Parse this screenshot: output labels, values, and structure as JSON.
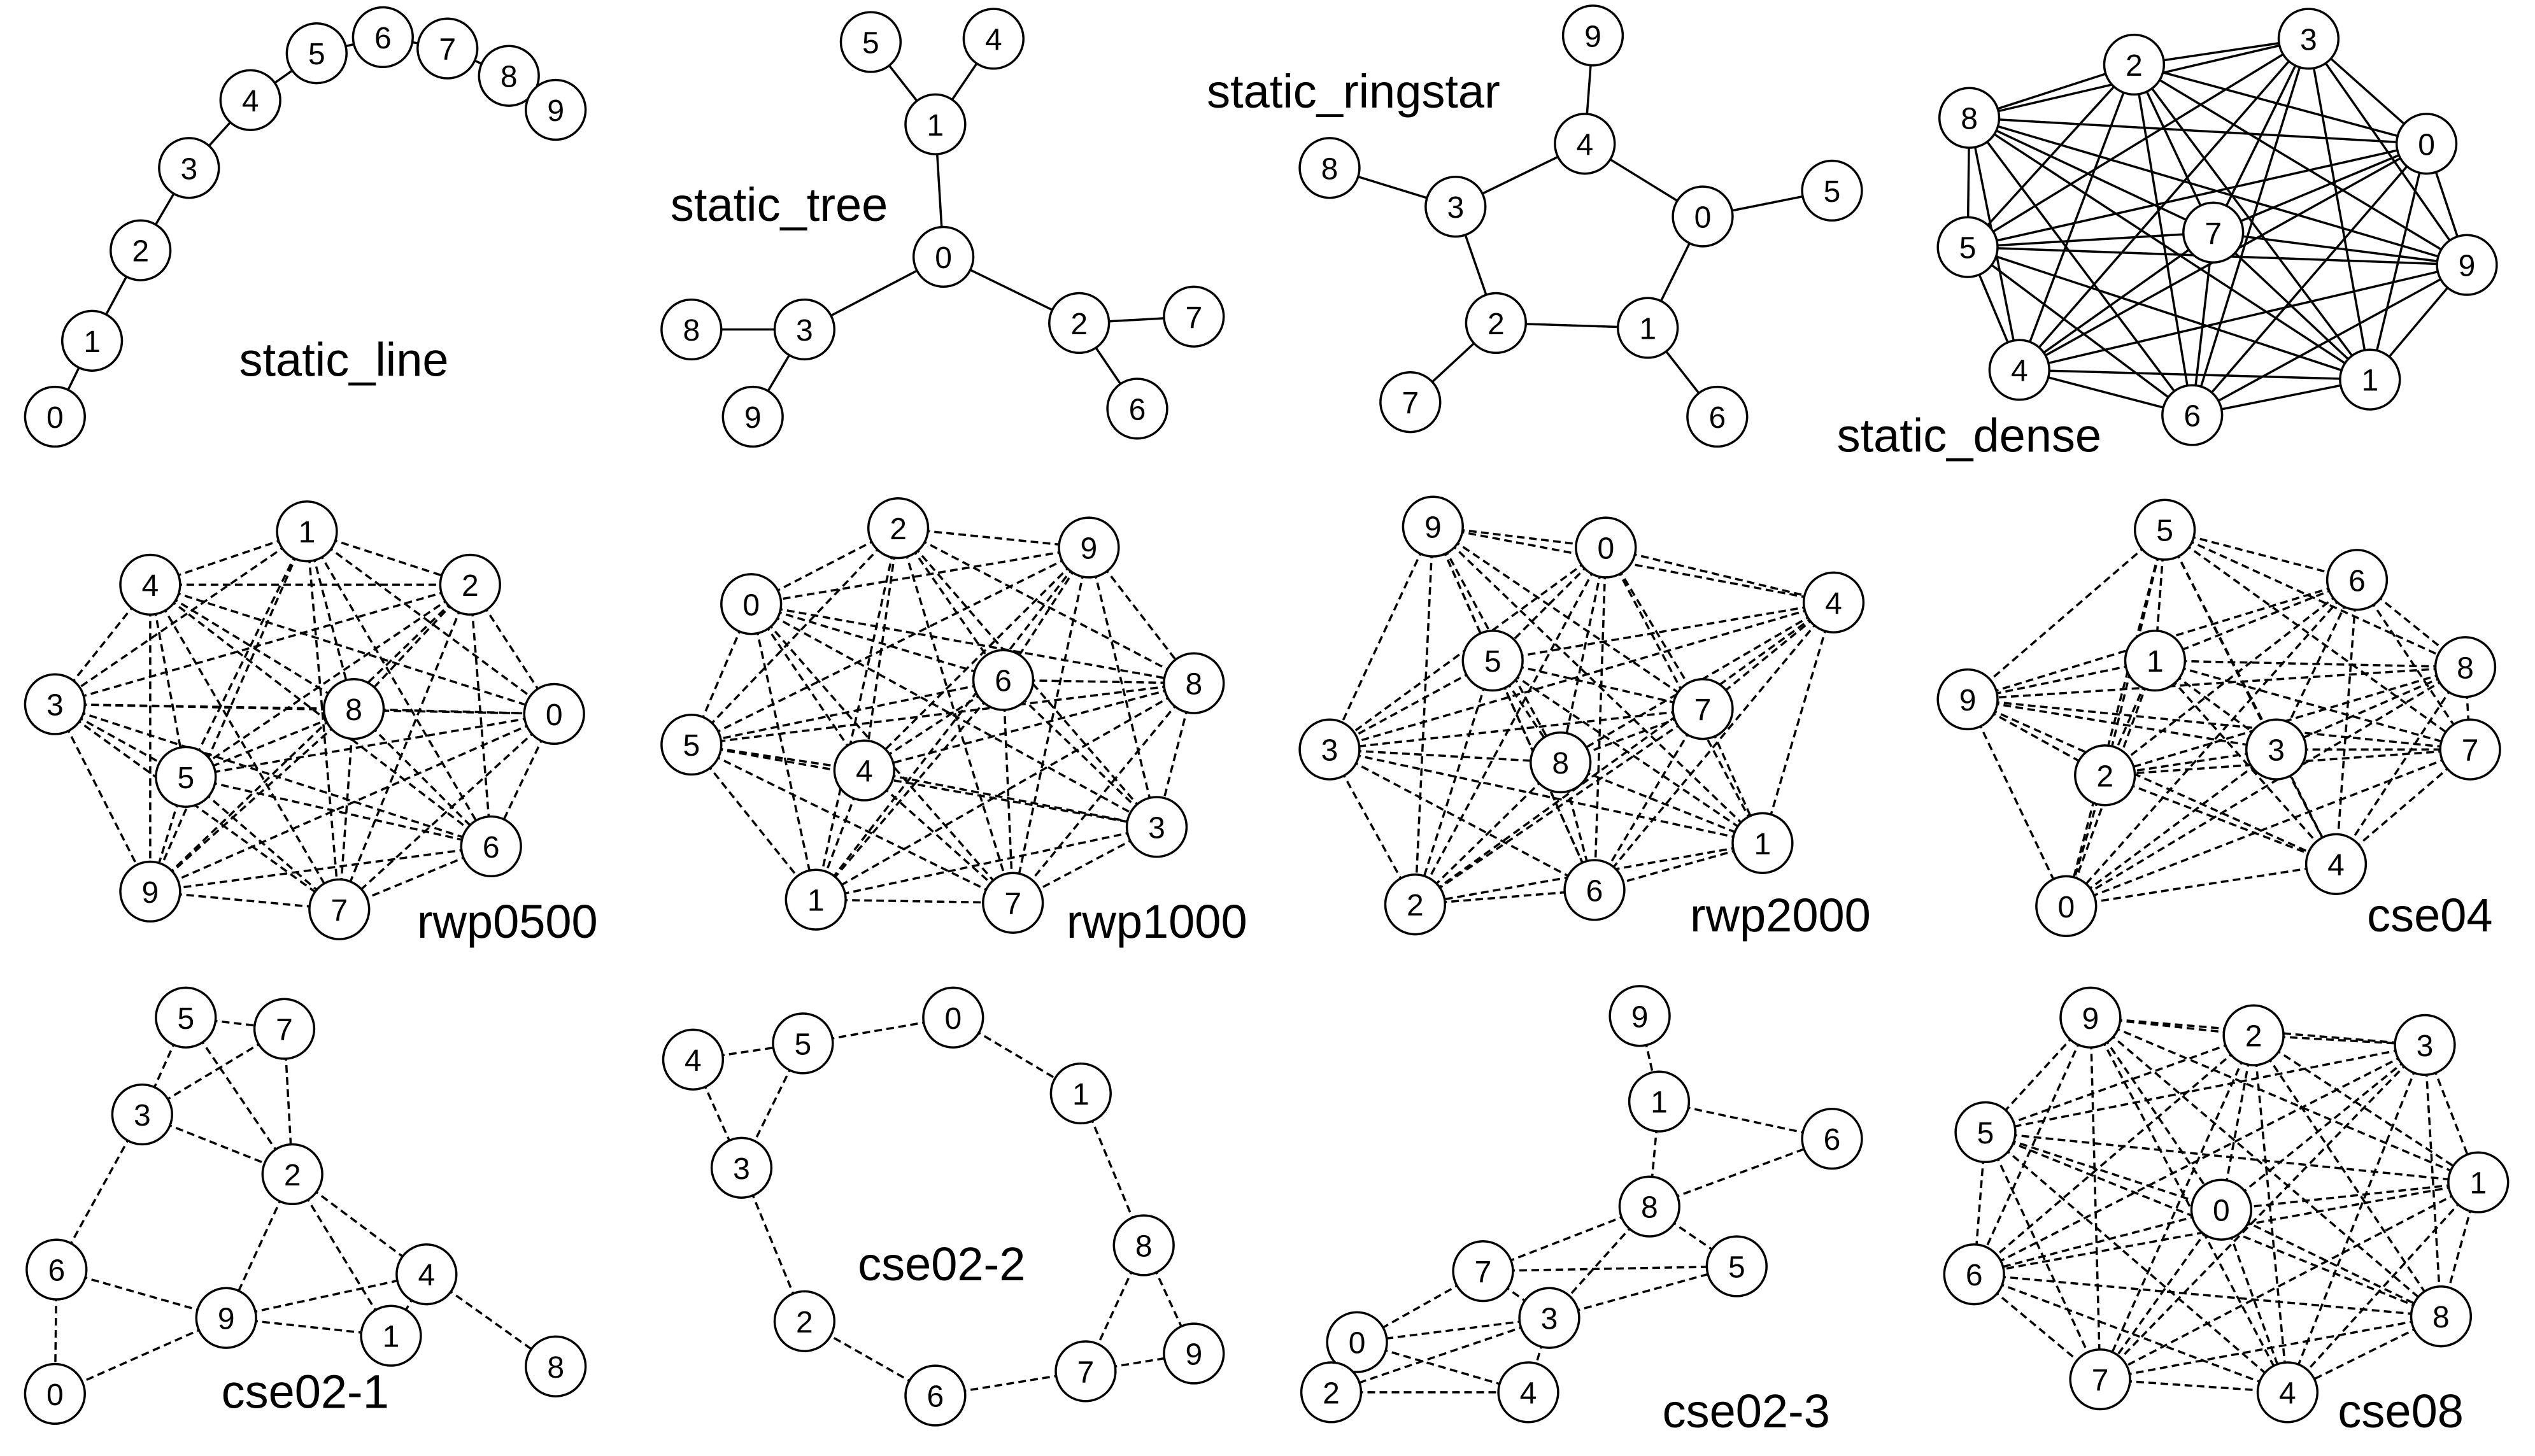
{
  "graphs": [
    {
      "id": "static_line",
      "title": "static_line",
      "style": "solid",
      "nodes": [
        {
          "id": "0"
        },
        {
          "id": "1"
        },
        {
          "id": "2"
        },
        {
          "id": "3"
        },
        {
          "id": "4"
        },
        {
          "id": "5"
        },
        {
          "id": "6"
        },
        {
          "id": "7"
        },
        {
          "id": "8"
        },
        {
          "id": "9"
        }
      ],
      "edges": [
        [
          "0",
          "1"
        ],
        [
          "1",
          "2"
        ],
        [
          "2",
          "3"
        ],
        [
          "3",
          "4"
        ],
        [
          "4",
          "5"
        ],
        [
          "5",
          "6"
        ],
        [
          "6",
          "7"
        ],
        [
          "7",
          "8"
        ],
        [
          "8",
          "9"
        ]
      ]
    },
    {
      "id": "static_tree",
      "title": "static_tree",
      "style": "solid",
      "nodes": [
        {
          "id": "5"
        },
        {
          "id": "4"
        },
        {
          "id": "1"
        },
        {
          "id": "0"
        },
        {
          "id": "8"
        },
        {
          "id": "3"
        },
        {
          "id": "2"
        },
        {
          "id": "7"
        },
        {
          "id": "9"
        },
        {
          "id": "6"
        }
      ],
      "edges": [
        [
          "5",
          "1"
        ],
        [
          "4",
          "1"
        ],
        [
          "1",
          "0"
        ],
        [
          "0",
          "3"
        ],
        [
          "0",
          "2"
        ],
        [
          "3",
          "8"
        ],
        [
          "3",
          "9"
        ],
        [
          "2",
          "7"
        ],
        [
          "2",
          "6"
        ]
      ]
    },
    {
      "id": "static_ringstar",
      "title": "static_ringstar",
      "style": "solid",
      "nodes": [
        {
          "id": "9"
        },
        {
          "id": "4"
        },
        {
          "id": "8"
        },
        {
          "id": "3"
        },
        {
          "id": "0"
        },
        {
          "id": "5"
        },
        {
          "id": "2"
        },
        {
          "id": "1"
        },
        {
          "id": "7"
        },
        {
          "id": "6"
        }
      ],
      "edges": [
        [
          "4",
          "9"
        ],
        [
          "4",
          "3"
        ],
        [
          "4",
          "0"
        ],
        [
          "3",
          "8"
        ],
        [
          "3",
          "2"
        ],
        [
          "0",
          "5"
        ],
        [
          "0",
          "1"
        ],
        [
          "2",
          "1"
        ],
        [
          "2",
          "7"
        ],
        [
          "1",
          "6"
        ]
      ]
    },
    {
      "id": "static_dense",
      "title": "static_dense",
      "style": "solid",
      "nodes": [
        {
          "id": "2"
        },
        {
          "id": "3"
        },
        {
          "id": "8"
        },
        {
          "id": "0"
        },
        {
          "id": "7"
        },
        {
          "id": "5"
        },
        {
          "id": "9"
        },
        {
          "id": "4"
        },
        {
          "id": "1"
        },
        {
          "id": "6"
        }
      ],
      "edges": "complete"
    },
    {
      "id": "rwp0500",
      "title": "rwp0500",
      "style": "dashed",
      "nodes": [
        {
          "id": "1"
        },
        {
          "id": "4"
        },
        {
          "id": "2"
        },
        {
          "id": "3"
        },
        {
          "id": "8"
        },
        {
          "id": "0"
        },
        {
          "id": "5"
        },
        {
          "id": "6"
        },
        {
          "id": "9"
        },
        {
          "id": "7"
        }
      ],
      "edges": "complete"
    },
    {
      "id": "rwp1000",
      "title": "rwp1000",
      "style": "dashed",
      "nodes": [
        {
          "id": "2"
        },
        {
          "id": "9"
        },
        {
          "id": "0"
        },
        {
          "id": "6"
        },
        {
          "id": "8"
        },
        {
          "id": "5"
        },
        {
          "id": "4"
        },
        {
          "id": "3"
        },
        {
          "id": "1"
        },
        {
          "id": "7"
        }
      ],
      "edges": "complete"
    },
    {
      "id": "rwp2000",
      "title": "rwp2000",
      "style": "dashed",
      "nodes": [
        {
          "id": "9"
        },
        {
          "id": "0"
        },
        {
          "id": "4"
        },
        {
          "id": "5"
        },
        {
          "id": "7"
        },
        {
          "id": "3"
        },
        {
          "id": "8"
        },
        {
          "id": "1"
        },
        {
          "id": "2"
        },
        {
          "id": "6"
        }
      ],
      "edges": "complete"
    },
    {
      "id": "cse04",
      "title": "cse04",
      "style": "dashed",
      "nodes": [
        {
          "id": "5"
        },
        {
          "id": "6"
        },
        {
          "id": "1"
        },
        {
          "id": "8"
        },
        {
          "id": "9"
        },
        {
          "id": "3"
        },
        {
          "id": "7"
        },
        {
          "id": "2"
        },
        {
          "id": "4"
        },
        {
          "id": "0"
        }
      ],
      "edges": "complete"
    },
    {
      "id": "cse02-1",
      "title": "cse02-1",
      "style": "dashed",
      "nodes": [
        {
          "id": "5"
        },
        {
          "id": "7"
        },
        {
          "id": "3"
        },
        {
          "id": "2"
        },
        {
          "id": "6"
        },
        {
          "id": "4"
        },
        {
          "id": "9"
        },
        {
          "id": "1"
        },
        {
          "id": "8"
        },
        {
          "id": "0"
        }
      ],
      "edges": [
        [
          "5",
          "7"
        ],
        [
          "5",
          "3"
        ],
        [
          "5",
          "2"
        ],
        [
          "7",
          "3"
        ],
        [
          "7",
          "2"
        ],
        [
          "3",
          "2"
        ],
        [
          "3",
          "6"
        ],
        [
          "2",
          "9"
        ],
        [
          "2",
          "4"
        ],
        [
          "2",
          "1"
        ],
        [
          "6",
          "9"
        ],
        [
          "6",
          "0"
        ],
        [
          "9",
          "0"
        ],
        [
          "9",
          "4"
        ],
        [
          "9",
          "1"
        ],
        [
          "4",
          "1"
        ],
        [
          "4",
          "8"
        ]
      ]
    },
    {
      "id": "cse02-2",
      "title": "cse02-2",
      "style": "dashed",
      "nodes": [
        {
          "id": "4"
        },
        {
          "id": "5"
        },
        {
          "id": "0"
        },
        {
          "id": "1"
        },
        {
          "id": "3"
        },
        {
          "id": "8"
        },
        {
          "id": "2"
        },
        {
          "id": "9"
        },
        {
          "id": "7"
        },
        {
          "id": "6"
        }
      ],
      "edges": [
        [
          "4",
          "5"
        ],
        [
          "4",
          "3"
        ],
        [
          "5",
          "3"
        ],
        [
          "5",
          "0"
        ],
        [
          "0",
          "1"
        ],
        [
          "1",
          "8"
        ],
        [
          "8",
          "7"
        ],
        [
          "8",
          "9"
        ],
        [
          "7",
          "9"
        ],
        [
          "7",
          "6"
        ],
        [
          "6",
          "2"
        ],
        [
          "2",
          "3"
        ]
      ]
    },
    {
      "id": "cse02-3",
      "title": "cse02-3",
      "style": "dashed",
      "nodes": [
        {
          "id": "9"
        },
        {
          "id": "1"
        },
        {
          "id": "6"
        },
        {
          "id": "8"
        },
        {
          "id": "7"
        },
        {
          "id": "5"
        },
        {
          "id": "3"
        },
        {
          "id": "0"
        },
        {
          "id": "2"
        },
        {
          "id": "4"
        }
      ],
      "edges": [
        [
          "9",
          "1"
        ],
        [
          "1",
          "6"
        ],
        [
          "1",
          "8"
        ],
        [
          "8",
          "6"
        ],
        [
          "8",
          "7"
        ],
        [
          "8",
          "5"
        ],
        [
          "8",
          "3"
        ],
        [
          "7",
          "5"
        ],
        [
          "7",
          "3"
        ],
        [
          "7",
          "0"
        ],
        [
          "3",
          "5"
        ],
        [
          "3",
          "0"
        ],
        [
          "3",
          "2"
        ],
        [
          "3",
          "4"
        ],
        [
          "0",
          "2"
        ],
        [
          "0",
          "4"
        ],
        [
          "2",
          "4"
        ]
      ]
    },
    {
      "id": "cse08",
      "title": "cse08",
      "style": "dashed",
      "nodes": [
        {
          "id": "9"
        },
        {
          "id": "2"
        },
        {
          "id": "3"
        },
        {
          "id": "5"
        },
        {
          "id": "1"
        },
        {
          "id": "0"
        },
        {
          "id": "6"
        },
        {
          "id": "8"
        },
        {
          "id": "7"
        },
        {
          "id": "4"
        }
      ],
      "edges": "complete"
    }
  ]
}
